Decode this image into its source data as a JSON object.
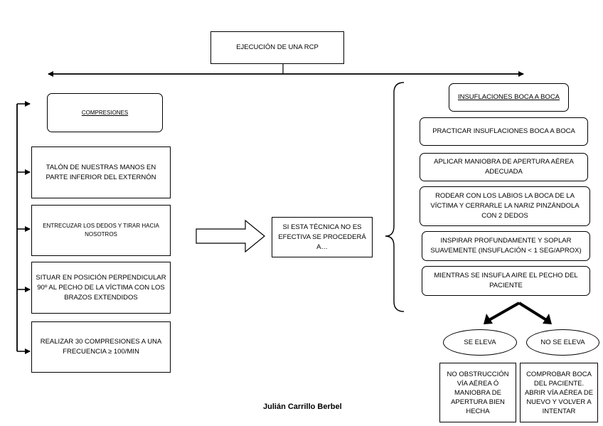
{
  "title": "EJECUCIÓN DE UNA RCP",
  "compressions": {
    "header": "COMPRESIONES",
    "steps": [
      "TALÓN DE NUESTRAS MANOS EN PARTE INFERIOR DEL EXTERNÓN",
      "ENTRECUZAR LOS DEDOS Y TIRAR HACIA NOSOTROS",
      "SITUAR EN POSICIÓN PERPENDICULAR 90º AL PECHO DE LA VÍCTIMA CON LOS BRAZOS EXTENDIDOS",
      "REALIZAR 30 COMPRESIONES A UNA FRECUENCIA ≥ 100/MIN"
    ]
  },
  "middle": "SI ESTA TÉCNICA NO ES EFECTIVA SE PROCEDERÁ A…",
  "insufflations": {
    "header": "INSUFLACIONES BOCA A BOCA",
    "steps": [
      "PRACTICAR INSUFLACIONES BOCA A BOCA",
      "APLICAR MANIOBRA DE APERTURA AÉREA ADECUADA",
      "RODEAR CON LOS LABIOS LA BOCA DE LA VÍCTIMA Y CERRARLE LA NARIZ PINZÁNDOLA CON 2 DEDOS",
      "INSPIRAR PROFUNDAMENTE Y SOPLAR SUAVEMENTE (INSUFLACIÓN < 1 SEG/APROX)",
      "MIENTRAS SE INSUFLA AIRE EL PECHO DEL PACIENTE"
    ]
  },
  "outcomes": {
    "rises": {
      "label": "SE ELEVA",
      "detail": "NO OBSTRUCCIÓN VÍA AÉREA Ó MANIOBRA DE APERTURA BIEN HECHA"
    },
    "not_rises": {
      "label": "NO SE ELEVA",
      "detail": "COMPROBAR BOCA DEL PACIENTE. ABRIR VÍA AÉREA DE NUEVO Y VOLVER A INTENTAR"
    }
  },
  "author": "Julián Carrillo Berbel"
}
